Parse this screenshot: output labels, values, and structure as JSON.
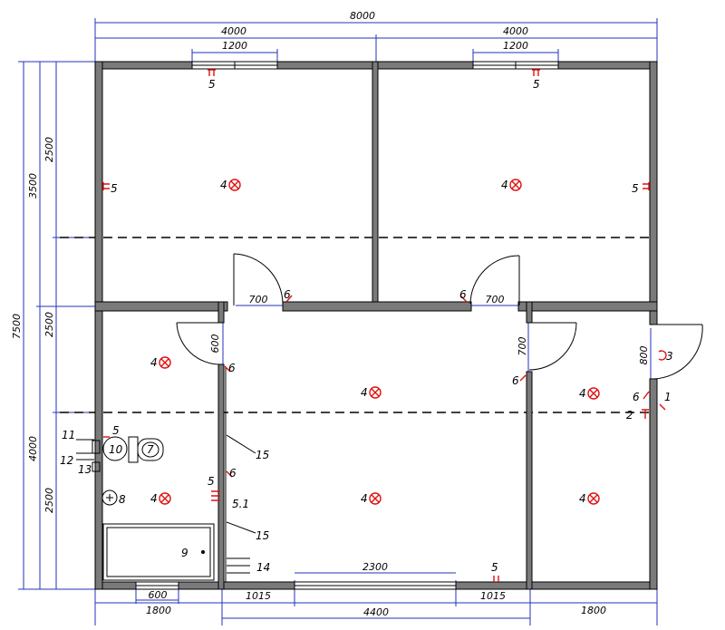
{
  "dimensions": {
    "overall_width": "8000",
    "top_left_segment": "4000",
    "top_right_segment": "4000",
    "window_top_left": "1200",
    "window_top_right": "1200",
    "left_overall": "7500",
    "left_upper": "3500",
    "left_lower": "4000",
    "left_seg_1": "2500",
    "left_seg_2": "2500",
    "left_seg_3": "2500",
    "door_left": "700",
    "door_right": "700",
    "door_bath": "600",
    "door_hall_right": "700",
    "door_entry": "800",
    "bottom_window_center": "2300",
    "bottom_window_left": "600",
    "bottom_seg_left": "1800",
    "bottom_seg_a": "1015",
    "bottom_seg_center": "4400",
    "bottom_seg_b": "1015",
    "bottom_seg_right": "1800"
  },
  "markers": {
    "m5_top_left": "5",
    "m5_top_right": "5",
    "m5_left_wall": "5",
    "m5_right_wall": "5",
    "m4_room1": "4",
    "m4_room2": "4",
    "m6_door1": "6",
    "m6_door2": "6",
    "m4_bath_upper": "4",
    "m4_bath_lower": "4",
    "m4_hall_upper": "4",
    "m4_hall_lower": "4",
    "m4_right_upper": "4",
    "m4_right_lower": "4",
    "m6_bath_door": "6",
    "m6_hall_right": "6",
    "m6_entry": "6",
    "m6_partition": "6",
    "m3": "3",
    "m1": "1",
    "m2": "2",
    "m5_sink": "5",
    "m11": "11",
    "m12": "12",
    "m13": "13",
    "m10": "10",
    "m7": "7",
    "m8": "8",
    "m15_upper": "15",
    "m15_lower": "15",
    "m5_partition": "5",
    "m5_1": "5.1",
    "m9": "9",
    "m14": "14",
    "m5_bottom": "5"
  }
}
